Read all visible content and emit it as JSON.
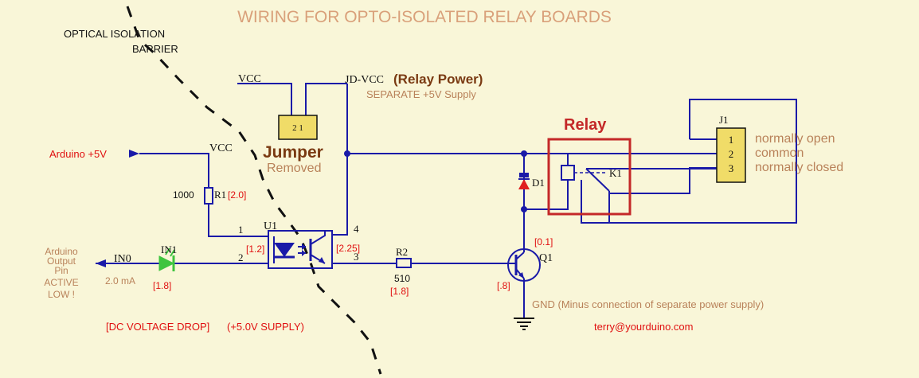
{
  "colors": {
    "background": "#f9f6d8",
    "wire": "#1a1aa8",
    "title": "#d9a07a",
    "label_tan": "#b9825a",
    "value_red": "#e01010",
    "relay_box": "#c42828",
    "brown": "#7a3a12",
    "led_green": "#3ec43e",
    "diode_red": "#e02020",
    "black": "#111111"
  },
  "title": "WIRING FOR OPTO-ISOLATED RELAY BOARDS",
  "isolation": {
    "line1": "OPTICAL  ISOLATION",
    "line2": "BARRIER"
  },
  "power": {
    "vcc_top": "VCC",
    "jd_vcc": "JD-VCC",
    "relay_power": "(Relay Power)",
    "separate_supply": "SEPARATE +5V Supply",
    "vcc_left": "VCC",
    "arduino_5v": "Arduino +5V"
  },
  "jumper": {
    "title": "Jumper",
    "status": "Removed",
    "pins": "2 1"
  },
  "relay": {
    "title": "Relay",
    "ref": "K1",
    "connector": "J1",
    "pins": [
      "1",
      "2",
      "3"
    ],
    "pin_labels": [
      "normally open",
      "common",
      "normally closed"
    ]
  },
  "components": {
    "r1_ref": "R1",
    "r1_value": "1000",
    "r1_drop": "[2.0]",
    "u1_ref": "U1",
    "u1_pins": [
      "1",
      "2",
      "3",
      "4"
    ],
    "u1_drop_in": "[1.2]",
    "u1_drop_out": "[2.25]",
    "in1_ref": "IN1",
    "in1_drop": "[1.8]",
    "in0": "IN0",
    "current": "2.0 mA",
    "r2_ref": "R2",
    "r2_value": "510",
    "r2_drop": "[1.8]",
    "d1_ref": "D1",
    "q1_ref": "Q1",
    "q1_ce_drop": "[0.1]",
    "q1_be_drop": "[.8]"
  },
  "arduino_pin": {
    "lines": [
      "Arduino",
      "Output",
      "Pin",
      "ACTIVE",
      "LOW !"
    ]
  },
  "ground_note": "GND (Minus connection of separate power supply)",
  "footer": {
    "drop_note": "[DC VOLTAGE DROP]",
    "supply_note": "(+5.0V SUPPLY)",
    "email": "terry@yourduino.com"
  }
}
